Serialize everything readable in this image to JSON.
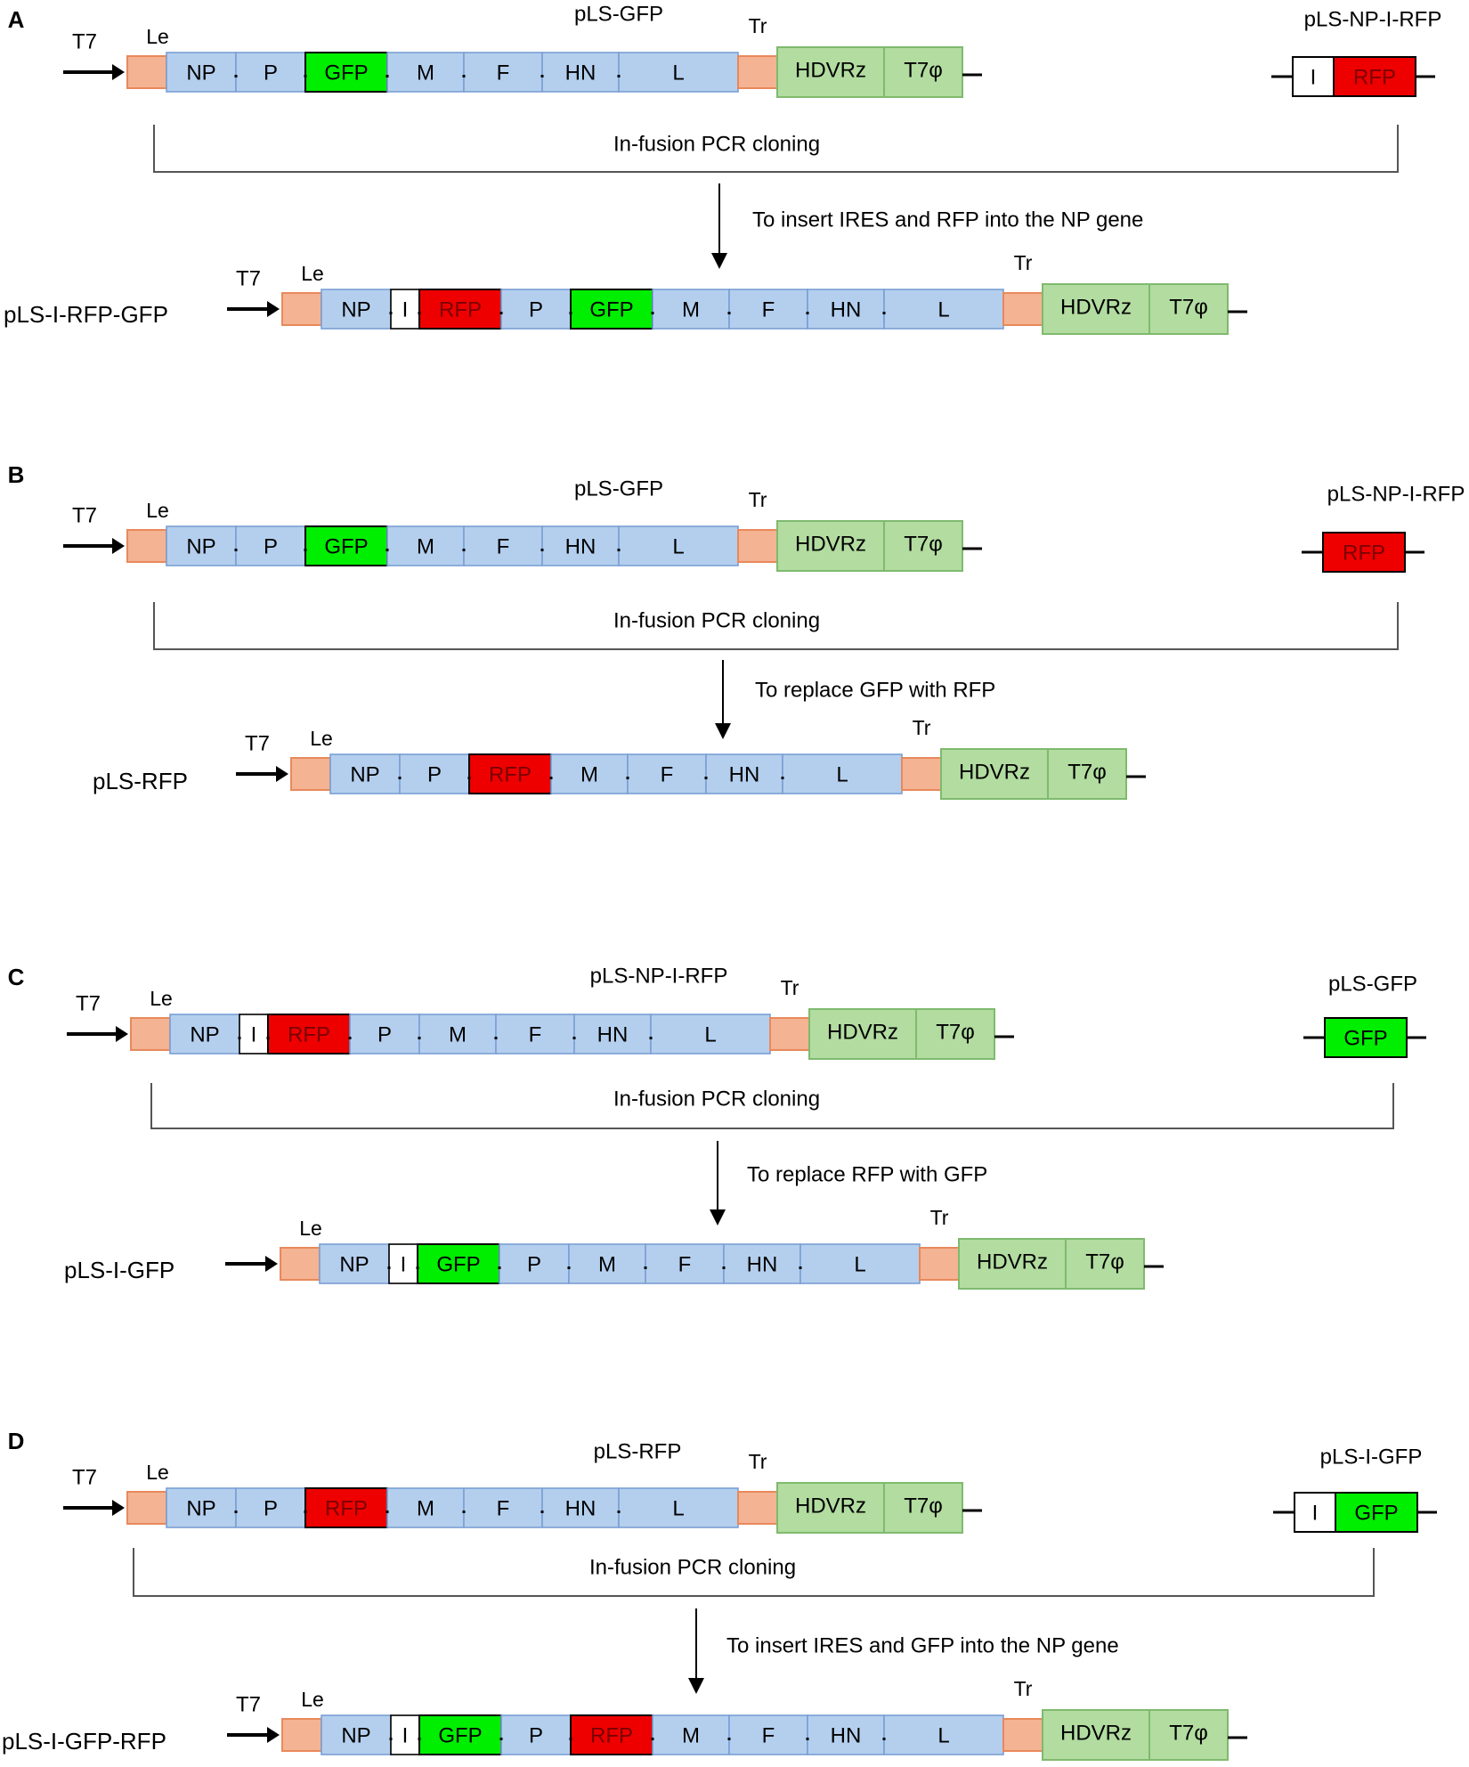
{
  "colors": {
    "blue_fill": "#b4cfee",
    "blue_stroke": "#7a9fd4",
    "orange_fill": "#f4b393",
    "orange_stroke": "#e8895c",
    "green_fill": "#b2dca0",
    "green_stroke": "#7fba6e",
    "gfp_fill": "#00ee00",
    "rfp_fill": "#ee0000",
    "white_fill": "#ffffff",
    "text": "#000000"
  },
  "panels": [
    {
      "id": "A",
      "label": "A",
      "source": {
        "title": "pLS-GFP",
        "promoter": "T7",
        "leader": "Le",
        "trailer": "Tr",
        "genes": [
          "NP",
          "P",
          "GFP",
          "M",
          "F",
          "HN",
          "L"
        ],
        "tail": [
          "HDVRz",
          "T7φ"
        ]
      },
      "insert": {
        "title": "pLS-NP-I-RFP",
        "parts": [
          "I",
          "RFP"
        ]
      },
      "cloning_label": "In-fusion PCR cloning",
      "step_label": "To insert IRES and RFP into the NP gene",
      "result": {
        "title": "pLS-I-RFP-GFP",
        "promoter": "T7",
        "leader": "Le",
        "trailer": "Tr",
        "genes": [
          "NP",
          "I",
          "RFP",
          "P",
          "GFP",
          "M",
          "F",
          "HN",
          "L"
        ],
        "tail": [
          "HDVRz",
          "T7φ"
        ]
      }
    },
    {
      "id": "B",
      "label": "B",
      "source": {
        "title": "pLS-GFP",
        "promoter": "T7",
        "leader": "Le",
        "trailer": "Tr",
        "genes": [
          "NP",
          "P",
          "GFP",
          "M",
          "F",
          "HN",
          "L"
        ],
        "tail": [
          "HDVRz",
          "T7φ"
        ]
      },
      "insert": {
        "title": "pLS-NP-I-RFP",
        "parts": [
          "RFP"
        ]
      },
      "cloning_label": "In-fusion PCR cloning",
      "step_label": "To replace GFP with RFP",
      "result": {
        "title": "pLS-RFP",
        "promoter": "T7",
        "leader": "Le",
        "trailer": "Tr",
        "genes": [
          "NP",
          "P",
          "RFP",
          "M",
          "F",
          "HN",
          "L"
        ],
        "tail": [
          "HDVRz",
          "T7φ"
        ]
      }
    },
    {
      "id": "C",
      "label": "C",
      "source": {
        "title": "pLS-NP-I-RFP",
        "promoter": "T7",
        "leader": "Le",
        "trailer": "Tr",
        "genes": [
          "NP",
          "I",
          "RFP",
          "P",
          "M",
          "F",
          "HN",
          "L"
        ],
        "tail": [
          "HDVRz",
          "T7φ"
        ]
      },
      "insert": {
        "title": "pLS-GFP",
        "parts": [
          "GFP"
        ]
      },
      "cloning_label": "In-fusion PCR cloning",
      "step_label": "To replace RFP with GFP",
      "result": {
        "title": "pLS-I-GFP",
        "promoter": "",
        "leader": "Le",
        "trailer": "Tr",
        "genes": [
          "NP",
          "I",
          "GFP",
          "P",
          "M",
          "F",
          "HN",
          "L"
        ],
        "tail": [
          "HDVRz",
          "T7φ"
        ]
      }
    },
    {
      "id": "D",
      "label": "D",
      "source": {
        "title": "pLS-RFP",
        "promoter": "T7",
        "leader": "Le",
        "trailer": "Tr",
        "genes": [
          "NP",
          "P",
          "RFP",
          "M",
          "F",
          "HN",
          "L"
        ],
        "tail": [
          "HDVRz",
          "T7φ"
        ]
      },
      "insert": {
        "title": "pLS-I-GFP",
        "parts": [
          "I",
          "GFP"
        ]
      },
      "cloning_label": "In-fusion PCR cloning",
      "step_label": "To insert IRES and GFP into the NP gene",
      "result": {
        "title": "pLS-I-GFP-RFP",
        "promoter": "T7",
        "leader": "Le",
        "trailer": "Tr",
        "genes": [
          "NP",
          "I",
          "GFP",
          "P",
          "RFP",
          "M",
          "F",
          "HN",
          "L"
        ],
        "tail": [
          "HDVRz",
          "T7φ"
        ]
      }
    }
  ]
}
